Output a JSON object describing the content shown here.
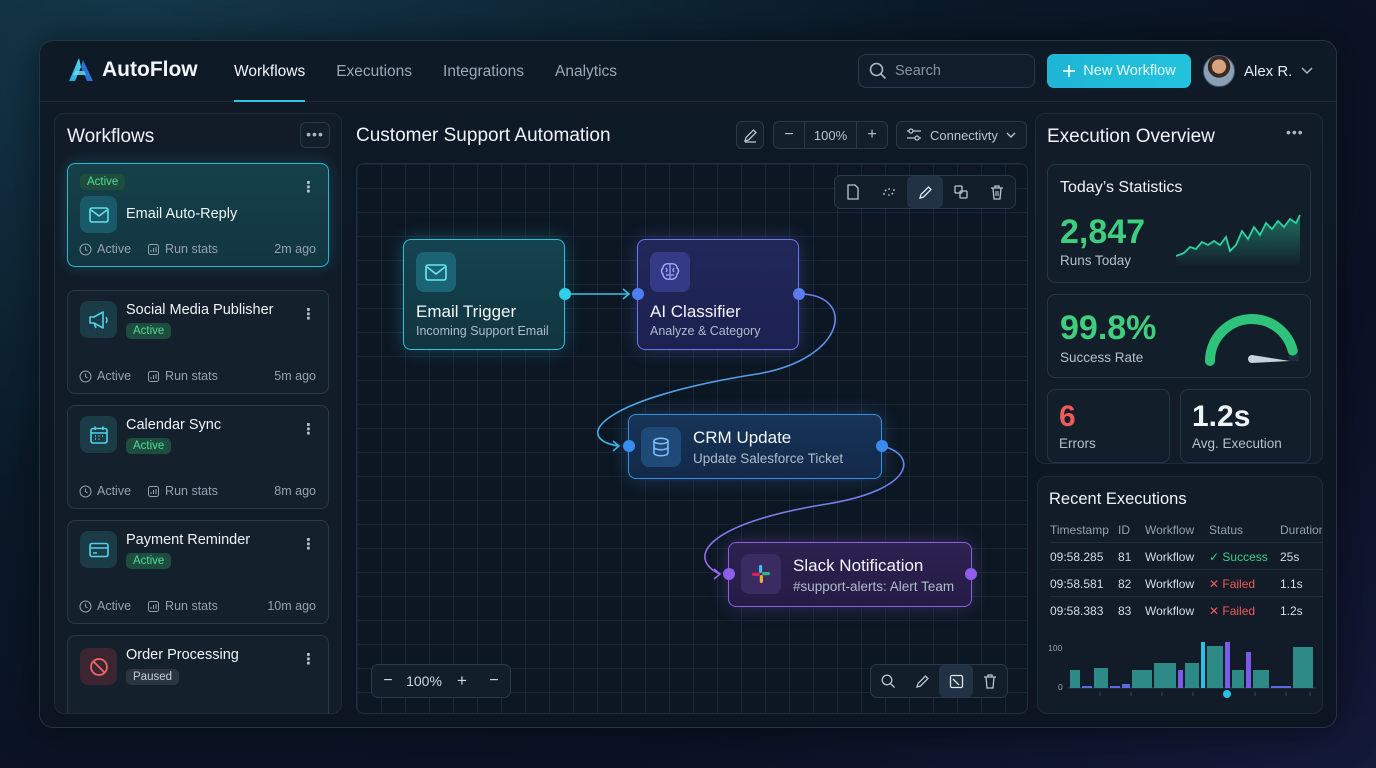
{
  "app": {
    "name": "AutoFlow"
  },
  "nav": {
    "tabs": [
      "Workflows",
      "Executions",
      "Integrations",
      "Analytics"
    ],
    "active": "Workflows"
  },
  "search": {
    "placeholder": "Search"
  },
  "header": {
    "new_button": "New Workflow",
    "user_name": "Alex R."
  },
  "workflows_panel": {
    "title": "Workflows",
    "items": [
      {
        "name": "Email Auto-Reply",
        "status": "Active",
        "footer_status": "Active",
        "run_stats": "Run stats",
        "ago": "2m ago",
        "icon": "mail-icon",
        "selected": true
      },
      {
        "name": "Social Media Publisher",
        "status": "Active",
        "footer_status": "Active",
        "run_stats": "Run stats",
        "ago": "5m ago",
        "icon": "megaphone-icon"
      },
      {
        "name": "Calendar Sync",
        "status": "Active",
        "footer_status": "Active",
        "run_stats": "Run stats",
        "ago": "8m ago",
        "icon": "calendar-icon"
      },
      {
        "name": "Payment Reminder",
        "status": "Active",
        "footer_status": "Active",
        "run_stats": "Run stats",
        "ago": "10m ago",
        "icon": "credit-card-icon"
      },
      {
        "name": "Order Processing",
        "status": "Paused",
        "icon": "block-icon"
      }
    ]
  },
  "canvas": {
    "title": "Customer Support Automation",
    "zoom": "100%",
    "connectivity_label": "Connectivty",
    "bottom_zoom": "100%",
    "nodes": [
      {
        "title": "Email Trigger",
        "subtitle": "Incoming Support Email",
        "icon": "mail-icon"
      },
      {
        "title": "AI Classifier",
        "subtitle": "Analyze & Category",
        "icon": "brain-icon"
      },
      {
        "title": "CRM Update",
        "subtitle": "Update Salesforce Ticket",
        "icon": "database-icon"
      },
      {
        "title": "Slack Notification",
        "subtitle": "#support-alerts: Alert Team",
        "icon": "slack-icon"
      }
    ]
  },
  "execution_overview": {
    "title": "Execution Overview",
    "today": {
      "title": "Today’s Statistics",
      "runs": "2,847",
      "runs_label": "Runs Today"
    },
    "success": {
      "value": "99.8%",
      "label": "Success Rate",
      "gauge_fraction": 0.998
    },
    "errors": {
      "value": "6",
      "label": "Errors"
    },
    "avg": {
      "value": "1.2s",
      "label": "Avg. Execution"
    }
  },
  "recent_executions": {
    "title": "Recent Executions",
    "columns": [
      "Timestamp",
      "ID",
      "Workflow",
      "Status",
      "Duration"
    ],
    "rows": [
      {
        "timestamp": "09:58.285",
        "id": "81",
        "workflow": "Workflow",
        "status": "Success",
        "duration": "25s"
      },
      {
        "timestamp": "09:58.581",
        "id": "82",
        "workflow": "Workflow",
        "status": "Failed",
        "duration": "1.1s"
      },
      {
        "timestamp": "09:58.383",
        "id": "83",
        "workflow": "Workflow",
        "status": "Failed",
        "duration": "1.2s"
      }
    ],
    "chart": {
      "y_labels": [
        "100",
        "0"
      ]
    }
  },
  "colors": {
    "accent": "#22c3dd",
    "success": "#3ecf7e",
    "error": "#f05a5a",
    "purple": "#8a63e8"
  }
}
